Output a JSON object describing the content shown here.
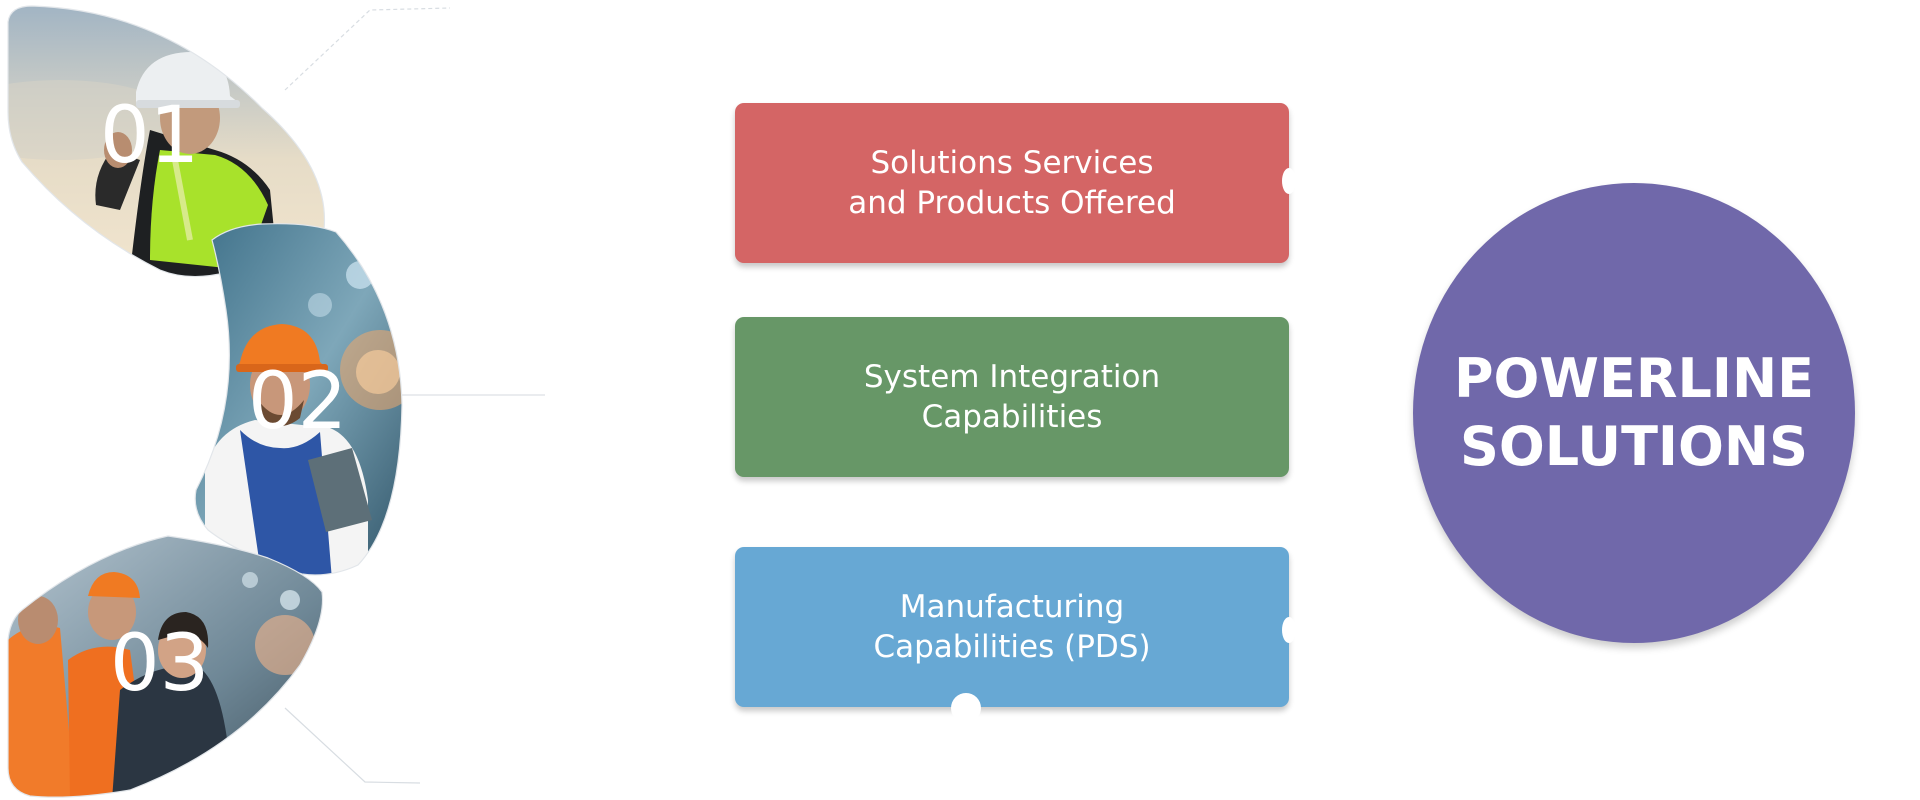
{
  "steps": [
    {
      "number": "01",
      "photo_icon": "engineer-hard-hat-photo"
    },
    {
      "number": "02",
      "photo_icon": "technician-tablet-photo"
    },
    {
      "number": "03",
      "photo_icon": "industrial-team-photo"
    }
  ],
  "boxes": [
    {
      "line1": "Solutions Services",
      "line2": "and Products Offered",
      "color": "#d46565"
    },
    {
      "line1": "System Integration",
      "line2": "Capabilities",
      "color": "#679767"
    },
    {
      "line1": "Manufacturing",
      "line2": "Capabilities (PDS)",
      "color": "#67a8d4"
    }
  ],
  "hub": {
    "line1": "POWERLINE",
    "line2": "SOLUTIONS",
    "color": "#7068aa"
  }
}
